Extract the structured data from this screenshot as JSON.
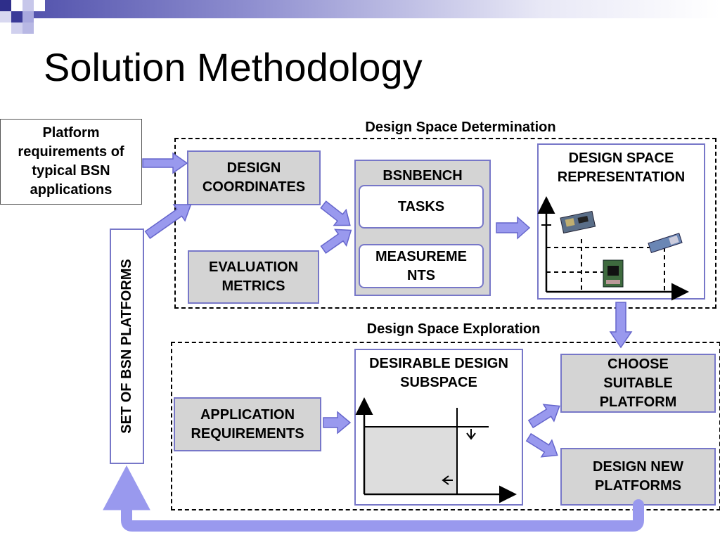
{
  "slide": {
    "title": "Solution Methodology"
  },
  "platform_requirements": "Platform requirements of typical BSN applications",
  "set_of_platforms": "SET OF BSN PLATFORMS",
  "determination": {
    "label": "Design Space Determination",
    "design_coordinates": "DESIGN COORDINATES",
    "evaluation_metrics": "EVALUATION METRICS",
    "bsnbench": "BSNBENCH",
    "tasks": "TASKS",
    "measurements": "MEASUREME NTS",
    "representation": "DESIGN SPACE REPRESENTATION"
  },
  "exploration": {
    "label": "Design Space Exploration",
    "application_requirements": "APPLICATION REQUIREMENTS",
    "desirable_subspace": "DESIRABLE DESIGN SUBSPACE",
    "choose_platform": "CHOOSE SUITABLE PLATFORM",
    "design_new": "DESIGN NEW PLATFORMS"
  },
  "colors": {
    "arrow_fill": "#9999ee",
    "arrow_stroke": "#6666cc",
    "box_border": "#7777c8",
    "box_gray": "#d4d4d4"
  }
}
